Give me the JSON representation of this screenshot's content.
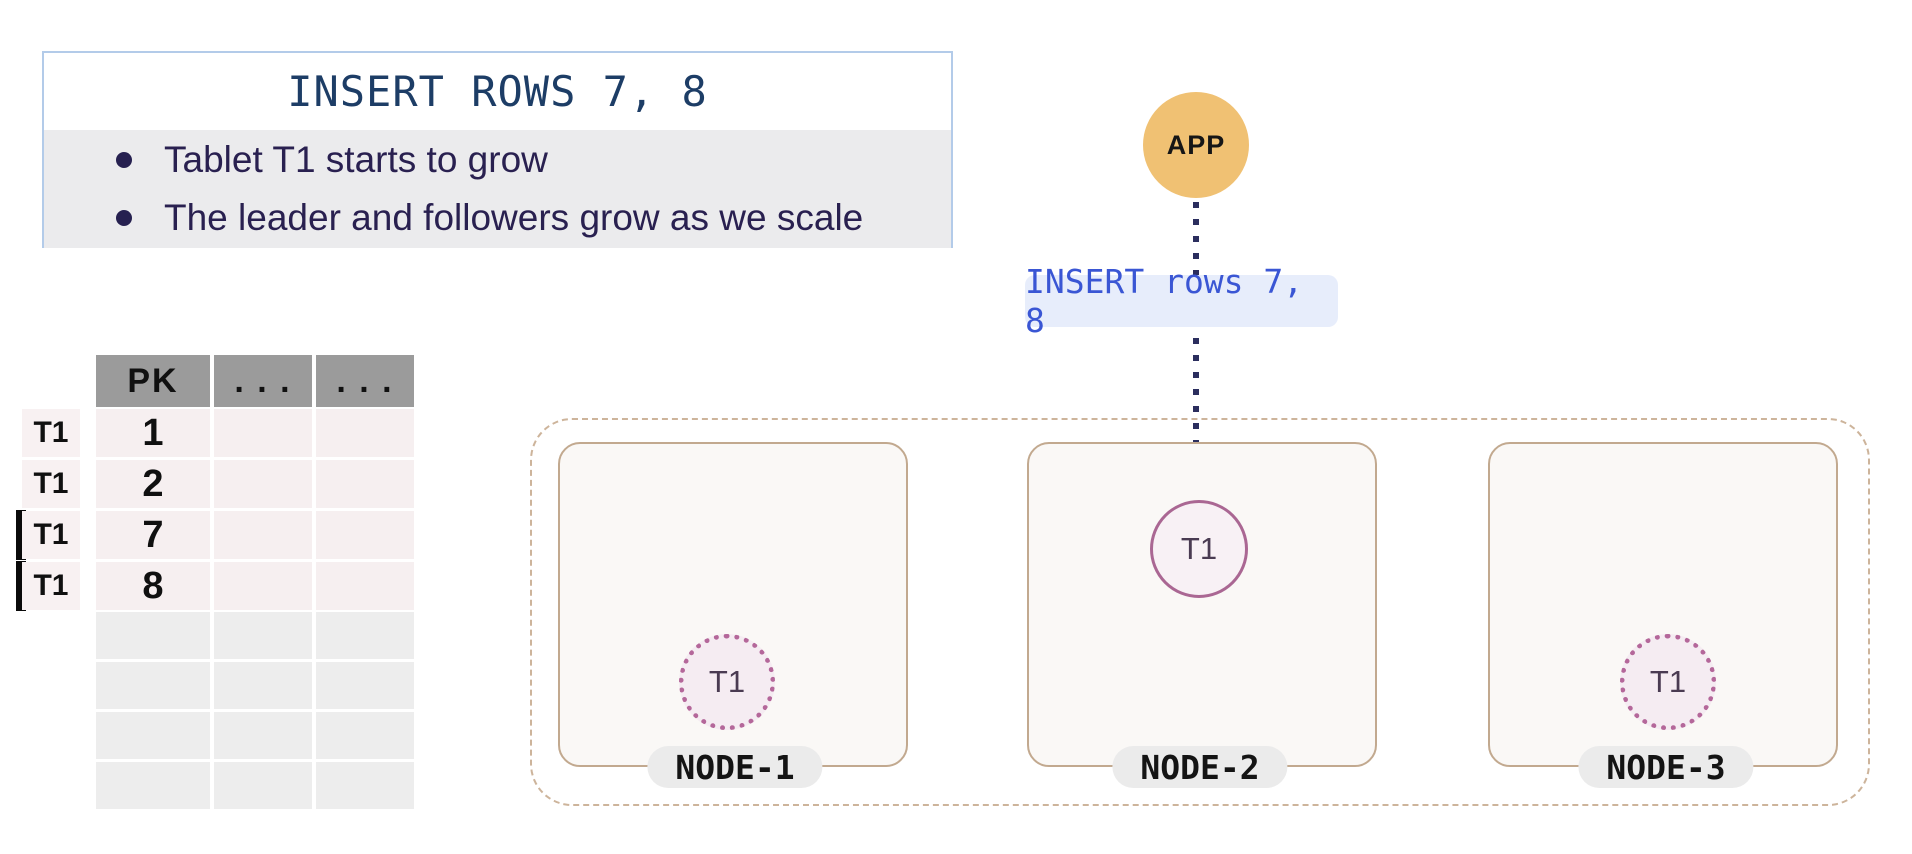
{
  "info_box": {
    "title": "INSERT ROWS 7, 8",
    "bullets": [
      "Tablet T1 starts to grow",
      "The leader and followers grow as we scale"
    ]
  },
  "data_table": {
    "headers": [
      "PK",
      ". . .",
      ". . ."
    ],
    "rows": [
      {
        "tablet": "T1",
        "pk": "1",
        "highlighted": false
      },
      {
        "tablet": "T1",
        "pk": "2",
        "highlighted": false
      },
      {
        "tablet": "T1",
        "pk": "7",
        "highlighted": true
      },
      {
        "tablet": "T1",
        "pk": "8",
        "highlighted": true
      }
    ],
    "empty_row_count": 4
  },
  "app_node": {
    "label": "APP"
  },
  "request": {
    "label": "INSERT rows 7, 8"
  },
  "cluster": {
    "nodes": [
      {
        "name": "NODE-1",
        "tablet": {
          "label": "T1",
          "role": "follower"
        }
      },
      {
        "name": "NODE-2",
        "tablet": {
          "label": "T1",
          "role": "leader"
        }
      },
      {
        "name": "NODE-3",
        "tablet": {
          "label": "T1",
          "role": "follower"
        }
      }
    ]
  },
  "colors": {
    "title_text": "#1d3d66",
    "bullet_text": "#292050",
    "info_border": "#b3cbe9",
    "info_body_bg": "#ebebed",
    "table_header_bg": "#9b9b9b",
    "row_data_bg": "#f6eff0",
    "row_empty_bg": "#ededed",
    "row_marker": "#0a0a0a",
    "app_circle_bg": "#f0c173",
    "request_bg": "#e7edfb",
    "request_text": "#3a56d4",
    "arrow": "#2b2e5e",
    "cluster_border": "#cdb49b",
    "node_border": "#c2a98f",
    "node_bg": "#faf8f6",
    "node_pill_bg": "#ebebeb",
    "tablet_leader_border": "#aa6793",
    "tablet_follower_border": "#b4679a",
    "tablet_bg": "#f5ecf2",
    "tablet_text": "#4a3b52"
  }
}
